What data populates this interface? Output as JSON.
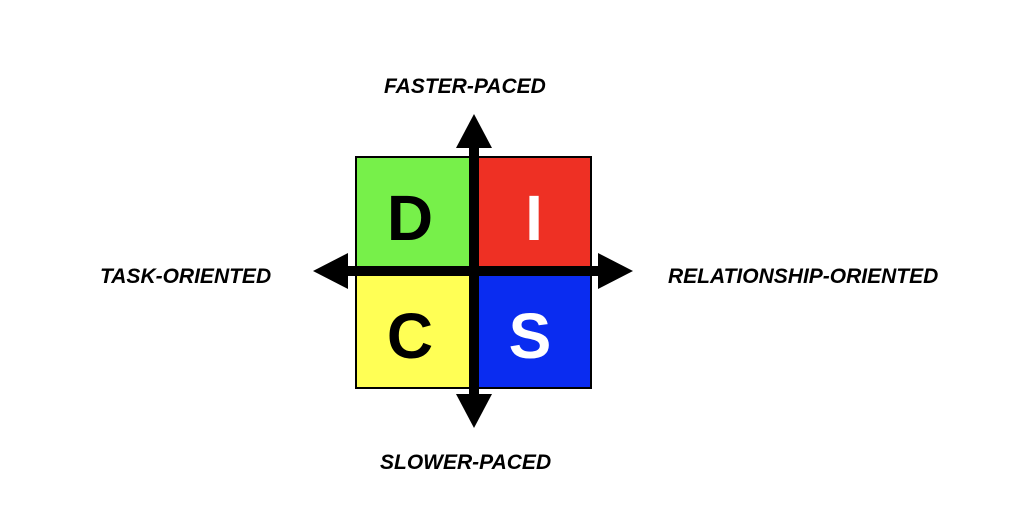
{
  "axes": {
    "top_label": "FASTER-PACED",
    "bottom_label": "SLOWER-PACED",
    "left_label": "TASK-ORIENTED",
    "right_label": "RELATIONSHIP-ORIENTED"
  },
  "quadrants": {
    "d": {
      "letter": "D",
      "fill": "#77f04a",
      "text_color": "#000000"
    },
    "i": {
      "letter": "I",
      "fill": "#ee3024",
      "text_color": "#ffffff"
    },
    "c": {
      "letter": "C",
      "fill": "#ffff55",
      "text_color": "#000000"
    },
    "s": {
      "letter": "S",
      "fill": "#0a2cf0",
      "text_color": "#ffffff"
    }
  }
}
